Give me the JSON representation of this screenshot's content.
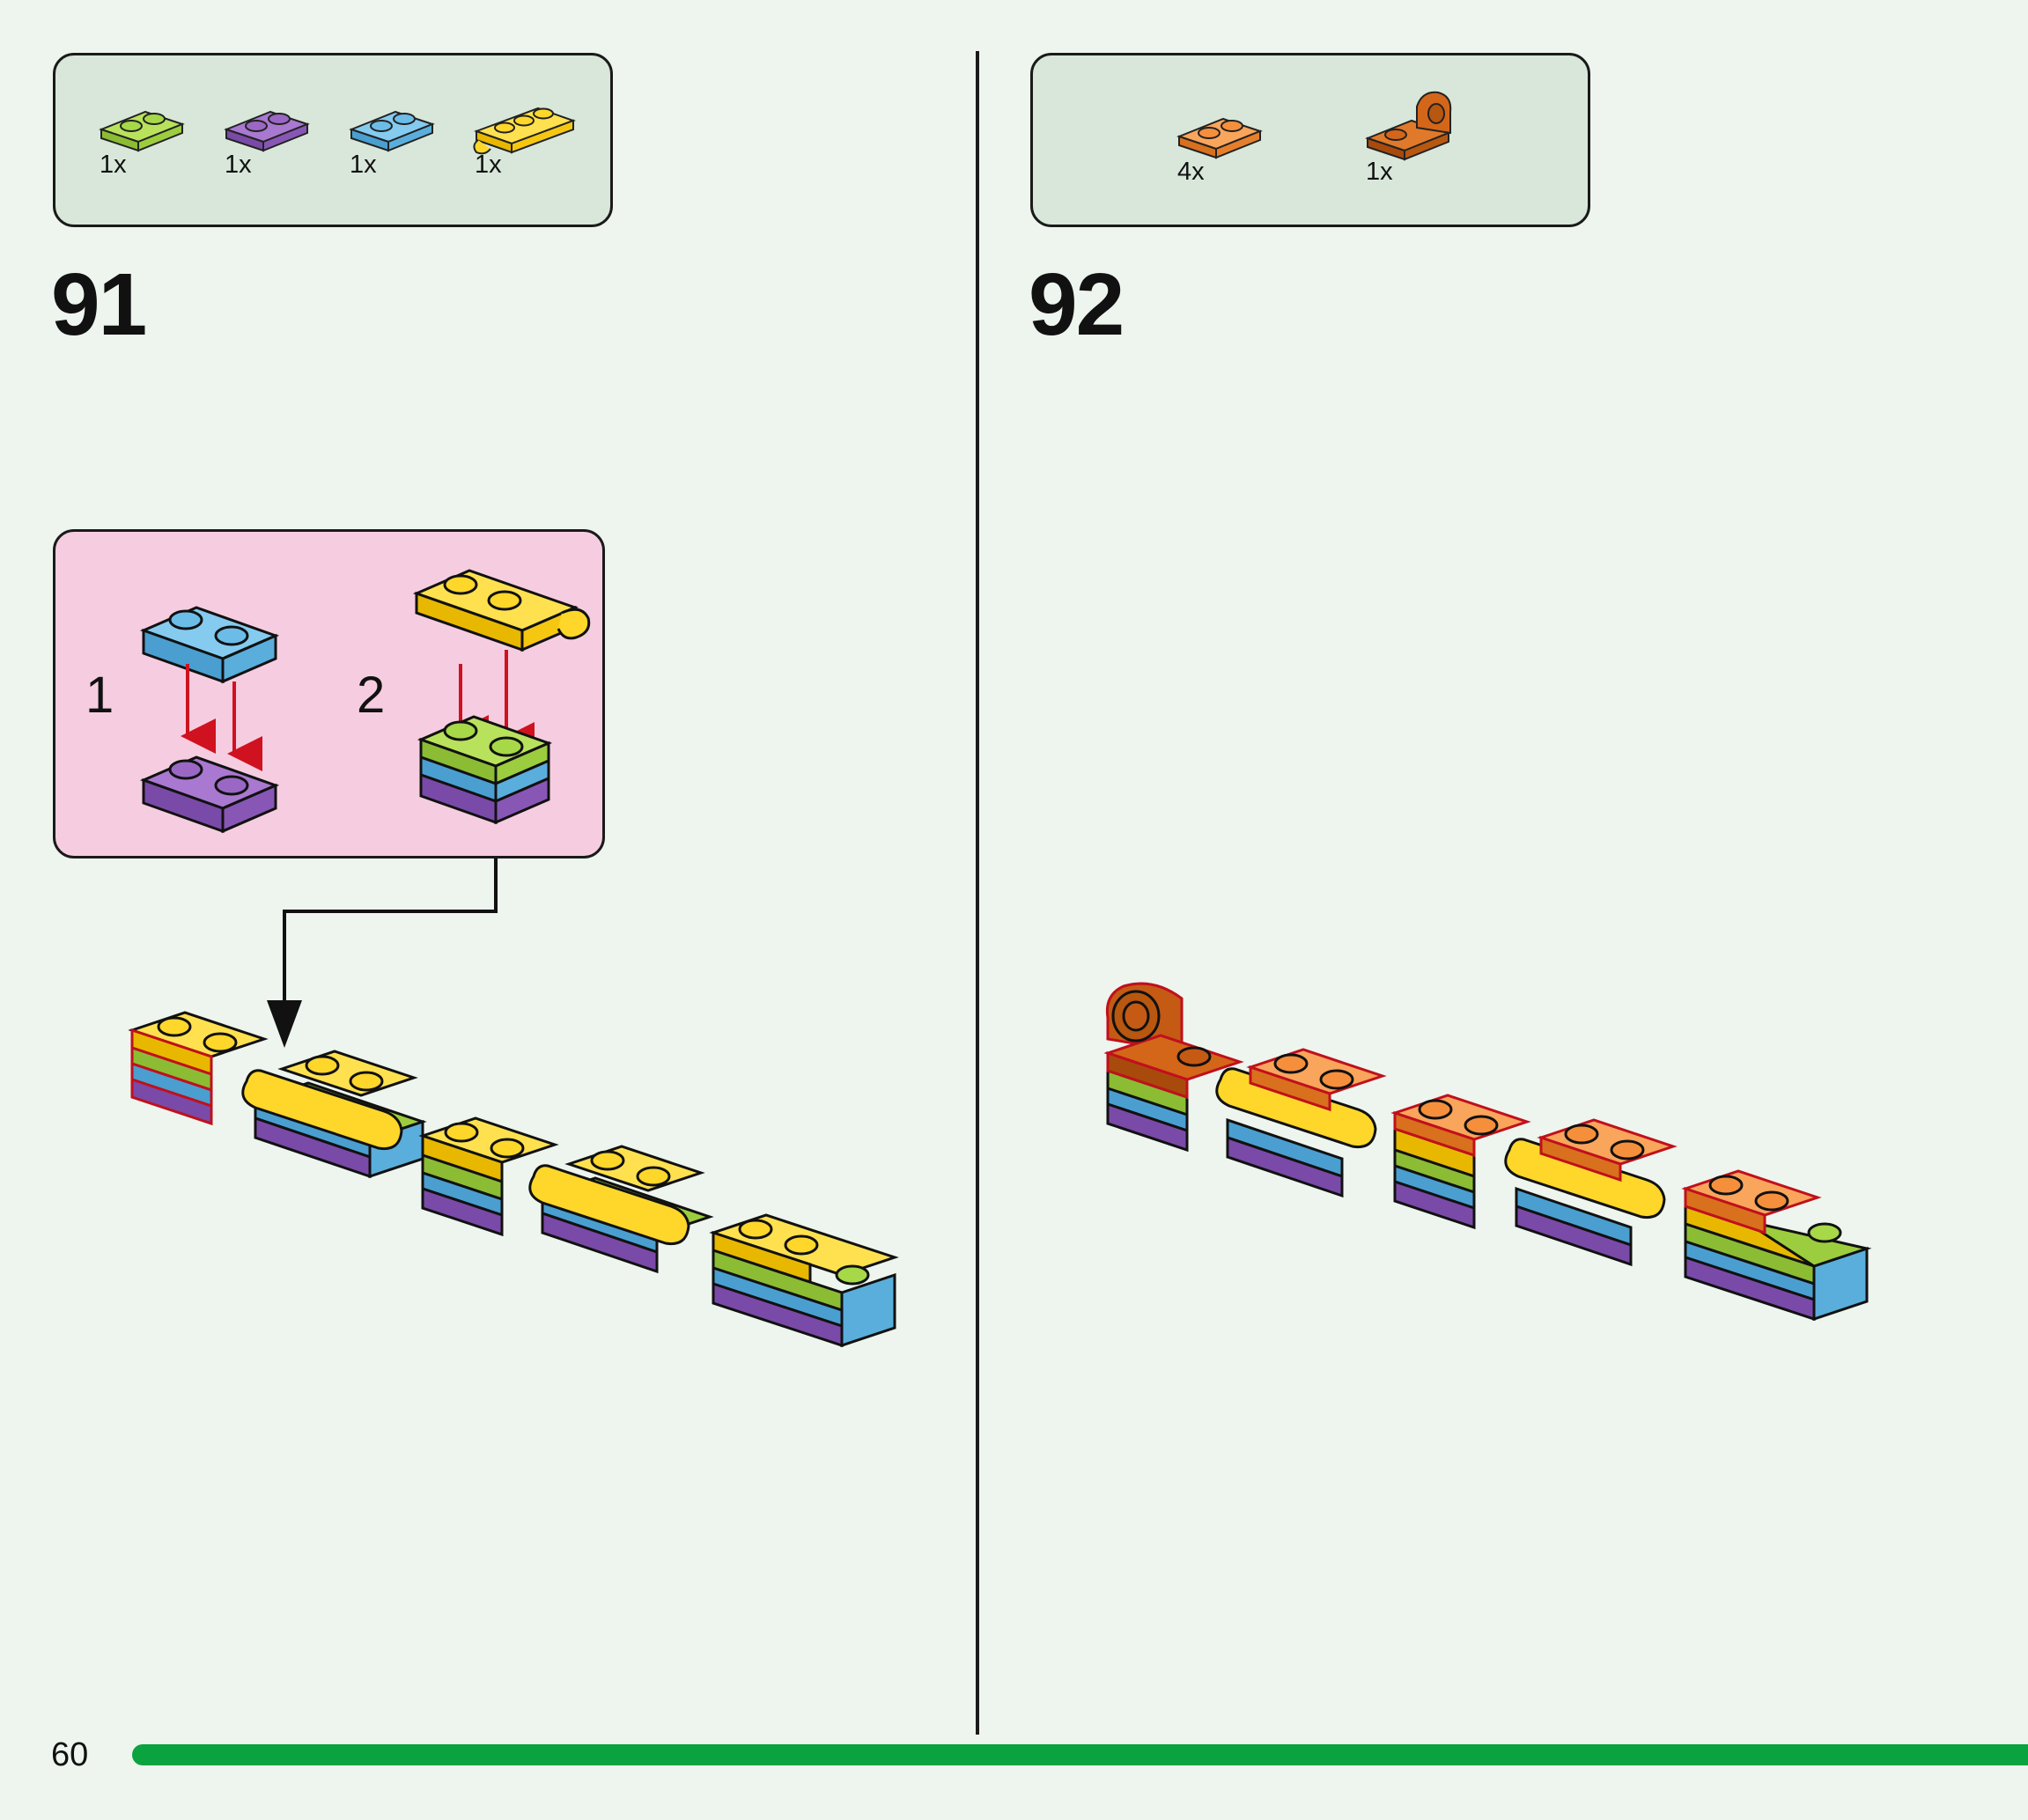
{
  "colors": {
    "background": "#edf5ee",
    "parts_box": "#d8e7da",
    "callout": "#f6cde0",
    "progress": "#0aa33f",
    "lime": "#a6d848",
    "purple": "#9a68c4",
    "blue": "#6bbde8",
    "yellow": "#ffd72a",
    "orange": "#f58f3c",
    "dark_orange": "#d4661a",
    "highlight": "#d0111f"
  },
  "steps": [
    {
      "number": "91",
      "parts": [
        {
          "icon": "lime-plate-1x2-icon",
          "qty": "1x"
        },
        {
          "icon": "purple-plate-1x2-icon",
          "qty": "1x"
        },
        {
          "icon": "blue-plate-1x2-icon",
          "qty": "1x"
        },
        {
          "icon": "yellow-plate-clip-icon",
          "qty": "1x"
        }
      ],
      "callout": {
        "substeps": [
          "1",
          "2"
        ]
      }
    },
    {
      "number": "92",
      "parts": [
        {
          "icon": "orange-plate-1x2-icon",
          "qty": "4x"
        },
        {
          "icon": "dark-orange-plate-hole-icon",
          "qty": "1x"
        }
      ]
    }
  ],
  "footer": {
    "page_number": "60",
    "progress": 1.0
  }
}
